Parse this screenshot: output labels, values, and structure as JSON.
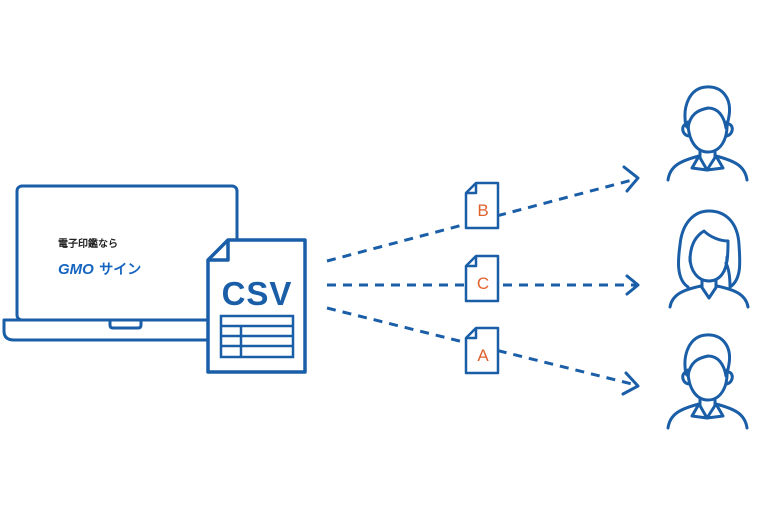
{
  "laptop": {
    "tagline": "電子印鑑なら",
    "brand_gmo": "GMO",
    "brand_sign": "サイン"
  },
  "csv_file": {
    "label": "CSV"
  },
  "documents": [
    {
      "letter": "B"
    },
    {
      "letter": "C"
    },
    {
      "letter": "A"
    }
  ],
  "recipients": [
    {
      "icon": "male-person-icon"
    },
    {
      "icon": "female-person-icon"
    },
    {
      "icon": "male-person-icon"
    }
  ],
  "colors": {
    "primary": "#1a5ea8",
    "accent": "#e0622c",
    "brand": "#1565c0",
    "background": "#ffffff"
  }
}
